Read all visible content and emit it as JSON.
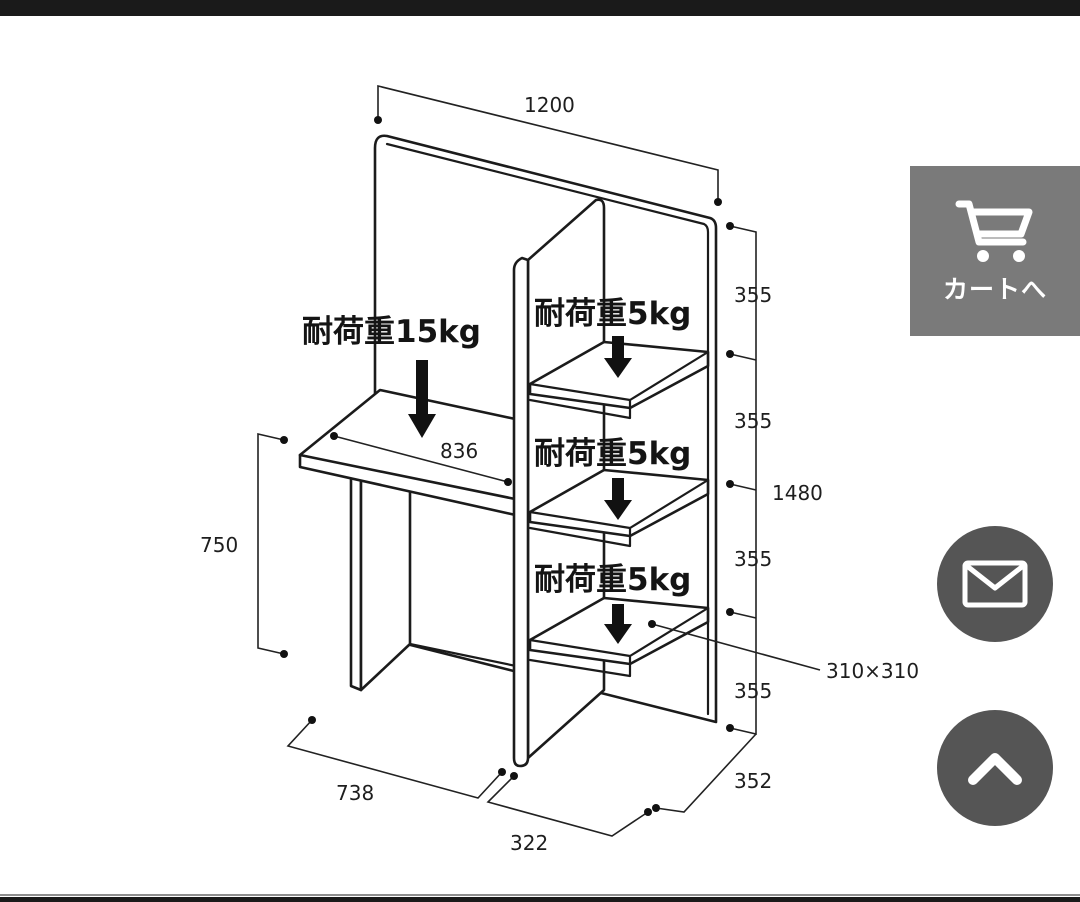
{
  "diagram": {
    "dimensions": {
      "width": "1200",
      "height": "1480",
      "desk_height": "750",
      "desk_top_width": "836",
      "desk_depth": "738",
      "shelf_depth": "322",
      "total_depth": "352",
      "shelf_spacing": [
        "355",
        "355",
        "355",
        "355"
      ],
      "shelf_size": "310×310"
    },
    "loads": {
      "desk": "耐荷重15kg",
      "shelf_top": "耐荷重5kg",
      "shelf_middle": "耐荷重5kg",
      "shelf_bottom": "耐荷重5kg"
    }
  },
  "cart_button": {
    "label": "カートへ",
    "icon": "cart-icon"
  },
  "mail_button": {
    "icon": "mail-icon"
  },
  "top_button": {
    "icon": "chevron-up-icon"
  },
  "colors": {
    "cart_bg": "#7a7a7a",
    "round_button_bg": "#555555",
    "line": "#1b1b1b"
  }
}
